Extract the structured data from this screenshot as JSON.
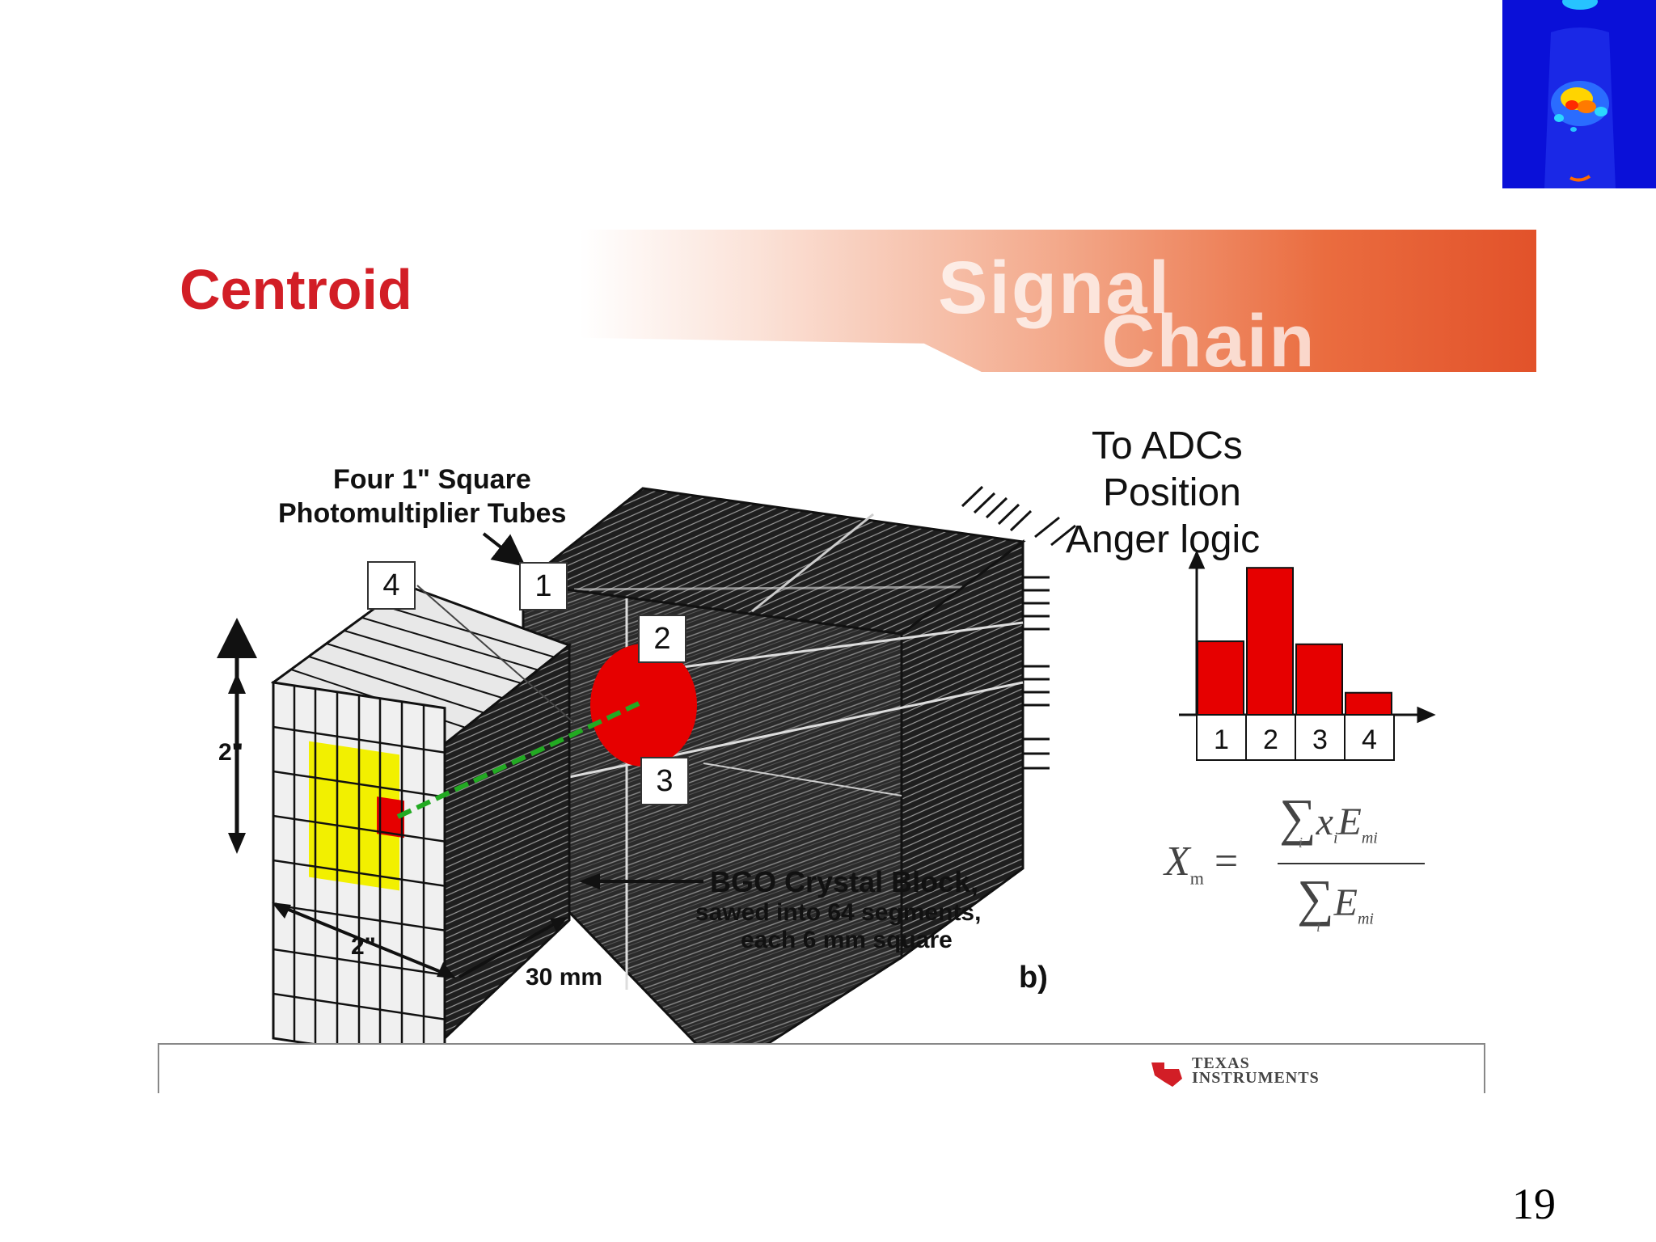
{
  "slide": {
    "title": "Centroid",
    "banner": {
      "line1": "Signal",
      "line2": "Chain"
    },
    "label_pmt": {
      "line1": "Four 1\" Square",
      "line2": "Photomultiplier Tubes"
    },
    "adc": {
      "line1": "To ADCs",
      "line2": "Position",
      "line3": "Anger logic"
    },
    "pmt_numbers": [
      "1",
      "2",
      "3",
      "4"
    ],
    "dim_height": "2\"",
    "dim_width": "2\"",
    "dim_depth": "30 mm",
    "bgo": {
      "line1": "BGO Crystal Block,",
      "line2": "sawed into 64 segments,",
      "line3": "each 6 mm square"
    },
    "panel_label": "b)",
    "formula": {
      "lhs": "X",
      "lhs_sub": "m",
      "num": "x",
      "num_sub": "i",
      "num_e": "E",
      "num_e_sub": "mi",
      "den_e": "E",
      "den_e_sub": "mi",
      "sum_index": "i"
    },
    "logo": {
      "line1": "Texas",
      "line2": "Instruments"
    }
  },
  "page_number": "19",
  "colors": {
    "title_red": "#d21e26",
    "bar_red": "#e60000",
    "highlight_yellow": "#f2f000",
    "scan_blue": "#0a10d8"
  },
  "chart_data": {
    "type": "bar",
    "categories": [
      "1",
      "2",
      "3",
      "4"
    ],
    "values": [
      0.5,
      1.0,
      0.48,
      0.15
    ],
    "title": "",
    "xlabel": "",
    "ylabel": "",
    "ylim": [
      0,
      1.1
    ]
  }
}
